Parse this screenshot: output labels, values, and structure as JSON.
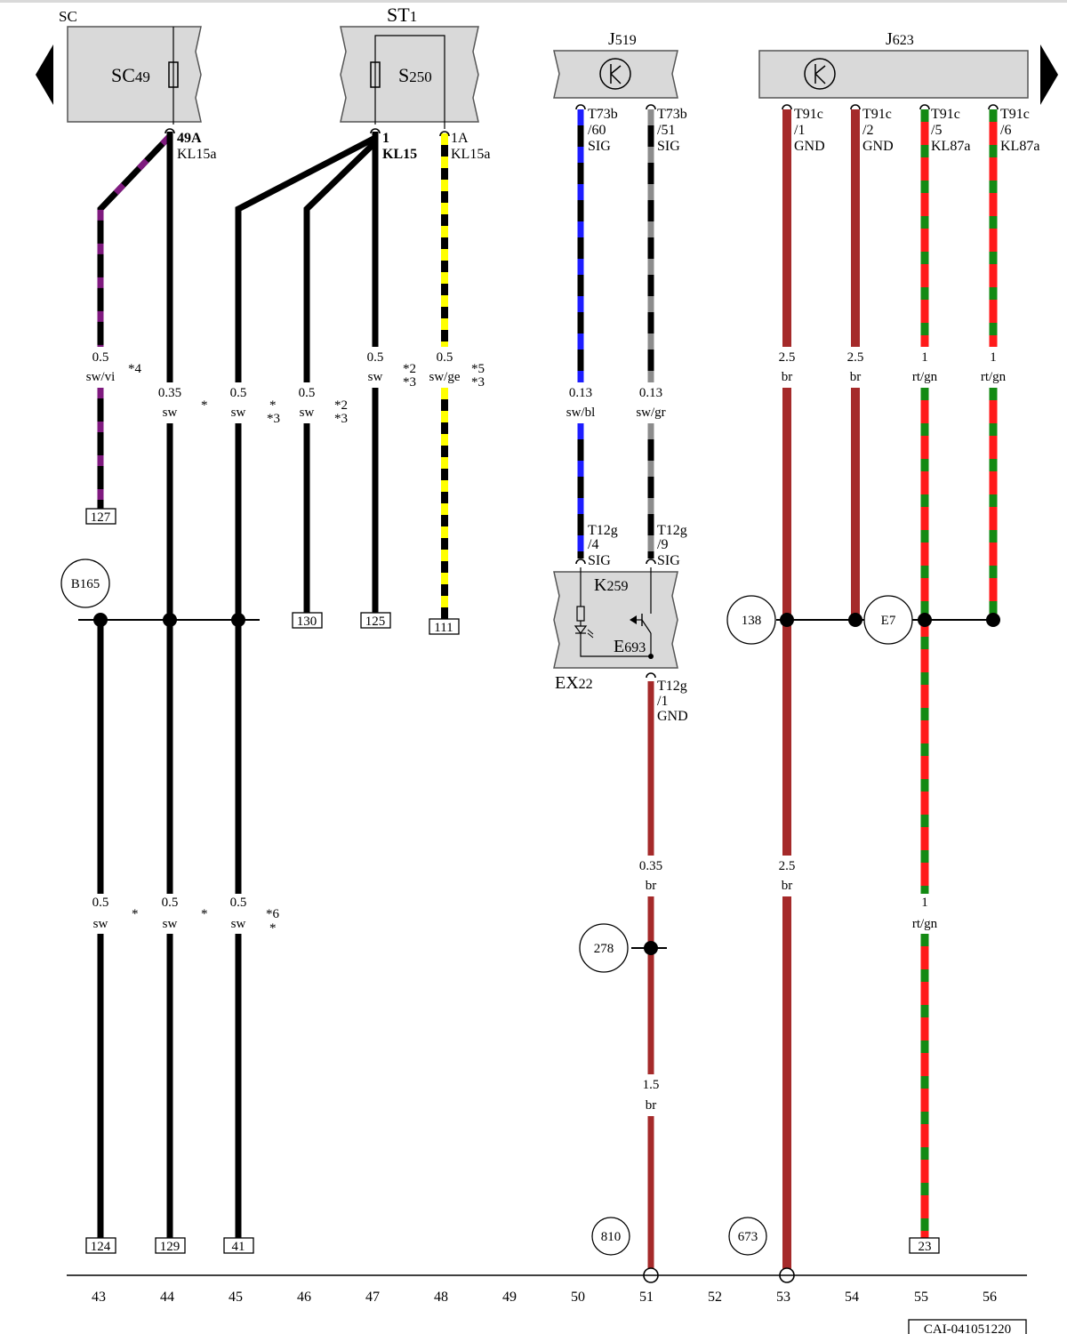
{
  "nav": {
    "prev_icon": "arrow-left-icon",
    "next_icon": "arrow-right-icon"
  },
  "colors": {
    "black": "#000000",
    "purple": "#7f1a7f",
    "yellow": "#ffff00",
    "blue": "#1d1dff",
    "grey": "#8c8c8c",
    "brown": "#a52a2a",
    "red": "#ff1a1a",
    "green": "#138a13",
    "box_fill": "#d9d9d9"
  },
  "components": {
    "sc_group": "SC",
    "sc49": {
      "main": "SC",
      "sub": "49"
    },
    "st1": {
      "main": "ST",
      "sub": "1"
    },
    "s250": {
      "main": "S",
      "sub": "250"
    },
    "j519": {
      "main": "J",
      "sub": "519"
    },
    "j623": {
      "main": "J",
      "sub": "623"
    },
    "k259": {
      "main": "K",
      "sub": "259"
    },
    "e693": {
      "main": "E",
      "sub": "693"
    },
    "ex22": {
      "main": "EX",
      "sub": "22"
    }
  },
  "pins": {
    "sc49_out": {
      "l1": "49A",
      "l2": "KL15a"
    },
    "s250_1": {
      "l1": "1",
      "l2": "KL15"
    },
    "s250_1a": {
      "l1": "1A",
      "l2": "KL15a"
    },
    "j519_60": {
      "l1": "T73b",
      "l2": "/60",
      "l3": "SIG"
    },
    "j519_51": {
      "l1": "T73b",
      "l2": "/51",
      "l3": "SIG"
    },
    "j623_1": {
      "l1": "T91c",
      "l2": "/1",
      "l3": "GND"
    },
    "j623_2": {
      "l1": "T91c",
      "l2": "/2",
      "l3": "GND"
    },
    "j623_5": {
      "l1": "T91c",
      "l2": "/5",
      "l3": "KL87a"
    },
    "j623_6": {
      "l1": "T91c",
      "l2": "/6",
      "l3": "KL87a"
    },
    "ex22_4": {
      "l1": "T12g",
      "l2": "/4",
      "l3": "SIG"
    },
    "ex22_9": {
      "l1": "T12g",
      "l2": "/9",
      "l3": "SIG"
    },
    "ex22_1": {
      "l1": "T12g",
      "l2": "/1",
      "l3": "GND"
    }
  },
  "wires": [
    {
      "size": "0.5",
      "color": "sw/vi",
      "note": "*4"
    },
    {
      "size": "0.35",
      "color": "sw",
      "note": "*"
    },
    {
      "size": "0.5",
      "color": "sw",
      "note": "*",
      "note2": "*3"
    },
    {
      "size": "0.5",
      "color": "sw",
      "note": "*2",
      "note2": "*3"
    },
    {
      "size": "0.5",
      "color": "sw",
      "note": "*2",
      "note2": "*3"
    },
    {
      "size": "0.5",
      "color": "sw/ge",
      "note": "*5",
      "note2": "*3"
    },
    {
      "size": "0.13",
      "color": "sw/bl"
    },
    {
      "size": "0.13",
      "color": "sw/gr"
    },
    {
      "size": "2.5",
      "color": "br"
    },
    {
      "size": "2.5",
      "color": "br"
    },
    {
      "size": "1",
      "color": "rt/gn"
    },
    {
      "size": "1",
      "color": "rt/gn"
    },
    {
      "size": "0.5",
      "color": "sw",
      "note": "*"
    },
    {
      "size": "0.5",
      "color": "sw",
      "note": "*"
    },
    {
      "size": "0.5",
      "color": "sw",
      "note": "*6",
      "note2": "*"
    },
    {
      "size": "0.35",
      "color": "br"
    },
    {
      "size": "2.5",
      "color": "br"
    },
    {
      "size": "1",
      "color": "rt/gn"
    },
    {
      "size": "1.5",
      "color": "br"
    }
  ],
  "refs": [
    "127",
    "130",
    "125",
    "111",
    "124",
    "129",
    "41",
    "23"
  ],
  "nodes": [
    "B165",
    "138",
    "E7",
    "278",
    "810",
    "673"
  ],
  "tracks": [
    "43",
    "44",
    "45",
    "46",
    "47",
    "48",
    "49",
    "50",
    "51",
    "52",
    "53",
    "54",
    "55",
    "56"
  ],
  "footer_code": "CAI-041051220"
}
